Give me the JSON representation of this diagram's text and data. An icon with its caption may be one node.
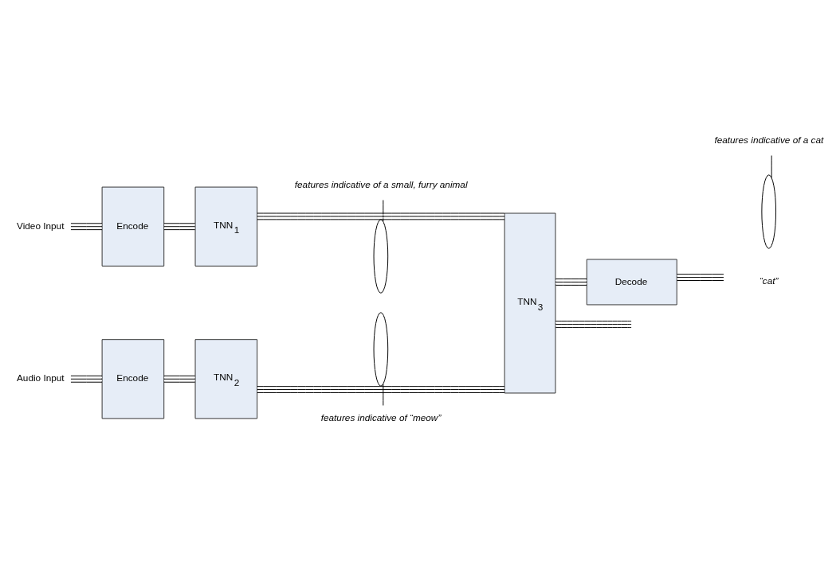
{
  "diagram": {
    "nodes": [
      {
        "text": [
          "features indicative of a small, furry animal"
        ]
      },
      {
        "text": [
          "features indicative of a cat"
        ]
      },
      {
        "text": [
          "Video Input"
        ]
      },
      {
        "text": [
          "Encode"
        ]
      },
      {
        "text": [
          "TNN$_{1}$"
        ]
      },
      {
        "text": [],
        "shape": "ellipse"
      },
      {
        "text": [
          "TNN$_{3}$"
        ]
      },
      {
        "text": [],
        "shape": "ellipse"
      },
      {
        "text": [
          "Audio Input"
        ]
      },
      {
        "text": [
          "Encode"
        ]
      },
      {
        "text": [
          "TNN$_{2}$"
        ]
      },
      {
        "text": [],
        "shape": "ellipse"
      },
      {
        "text": [
          "Decode"
        ]
      },
      {
        "text": [
          "features indicative of “meow”"
        ]
      },
      {
        "text": [
          "“cat”"
        ]
      }
    ],
    "edges": [
      {
        "from": 2,
        "to": 3,
        "arrow": "none"
      },
      {
        "from": 3,
        "to": 4,
        "arrow": "none"
      },
      {
        "from": 4,
        "to": 6,
        "arrow": "none"
      },
      {
        "from": 8,
        "to": 9,
        "arrow": "none"
      },
      {
        "from": 9,
        "to": 10,
        "arrow": "none"
      },
      {
        "from": 10,
        "to": 6,
        "arrow": "none"
      },
      {
        "from": 6,
        "to": null,
        "arrow": "none"
      },
      {
        "from": 6,
        "to": 12,
        "arrow": "none"
      },
      {
        "from": 12,
        "to": 14,
        "arrow": "none"
      },
      {
        "from": 0,
        "to": 5,
        "arrow": "none"
      },
      {
        "from": 1,
        "to": 7,
        "arrow": "none"
      },
      {
        "from": 13,
        "to": 11,
        "arrow": "none"
      }
    ]
  }
}
